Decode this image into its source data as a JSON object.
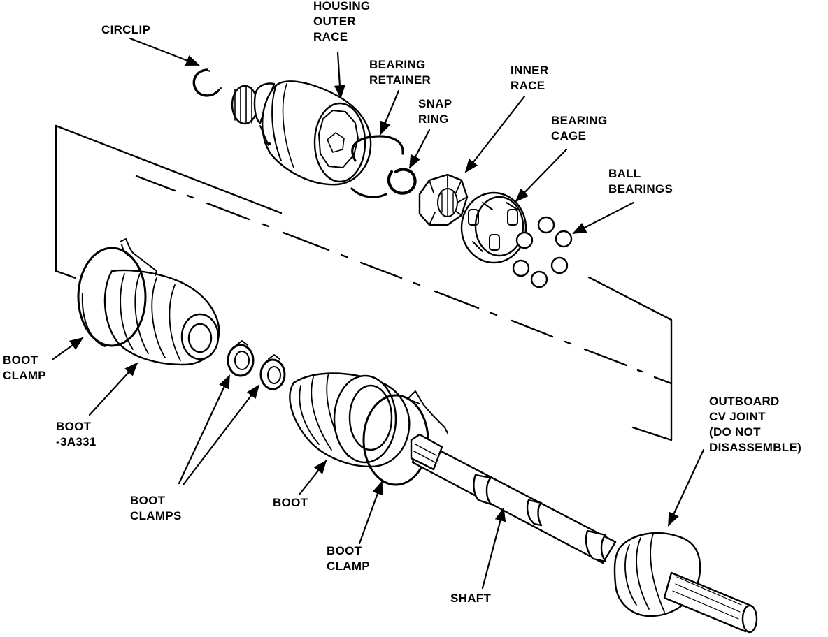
{
  "labels": {
    "circlip": [
      "CIRCLIP"
    ],
    "housing_outer_race": [
      "HOUSING",
      "OUTER",
      "RACE"
    ],
    "bearing_retainer": [
      "BEARING",
      "RETAINER"
    ],
    "snap_ring": [
      "SNAP",
      "RING"
    ],
    "inner_race": [
      "INNER",
      "RACE"
    ],
    "bearing_cage": [
      "BEARING",
      "CAGE"
    ],
    "ball_bearings": [
      "BALL",
      "BEARINGS"
    ],
    "boot_clamp_left": [
      "BOOT",
      "CLAMP"
    ],
    "boot_3a331": [
      "BOOT",
      "-3A331"
    ],
    "boot_clamps": [
      "BOOT",
      "CLAMPS"
    ],
    "boot": [
      "BOOT"
    ],
    "boot_clamp_bottom": [
      "BOOT",
      "CLAMP"
    ],
    "shaft": [
      "SHAFT"
    ],
    "outboard_cv_joint": [
      "OUTBOARD",
      "CV JOINT",
      "(DO NOT",
      "DISASSEMBLE)"
    ]
  },
  "colors": {
    "ink": "#000000",
    "paper": "#ffffff"
  }
}
